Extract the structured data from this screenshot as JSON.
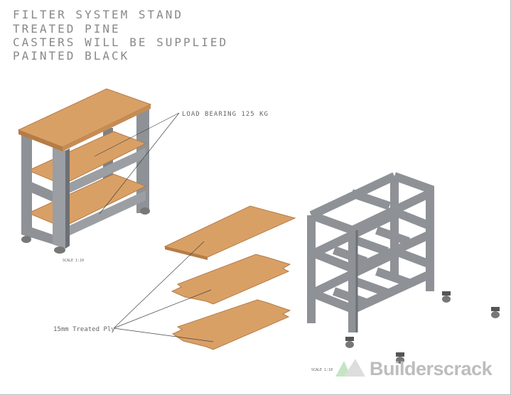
{
  "title_block": {
    "lines": [
      "FILTER SYSTEM STAND",
      "TREATED PINE",
      "CASTERS WILL BE SUPPLIED",
      "PAINTED BLACK"
    ]
  },
  "annotations": {
    "load_bearing": "LOAD BEARING 125 KG",
    "ply": "15mm Treated Ply",
    "scale_left": "SCALE 1:10",
    "scale_right": "SCALE 1:10"
  },
  "watermark": {
    "text": "Builderscrack"
  },
  "colors": {
    "wood": "#d9a066",
    "wood_edge": "#b57c46",
    "frame": "#8e9196",
    "frame_dark": "#6d7075",
    "frame_light": "#b0b3b8"
  }
}
